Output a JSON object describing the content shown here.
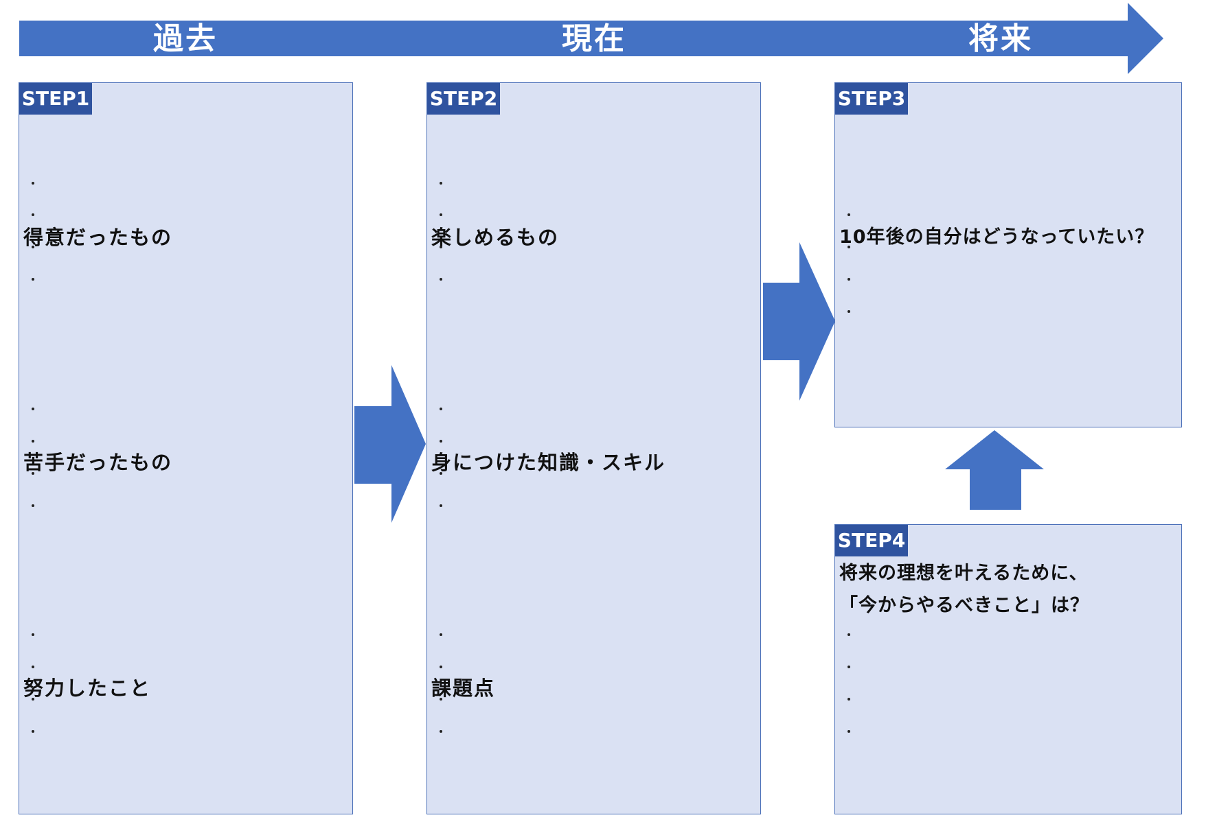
{
  "timeline": {
    "past": "過去",
    "present": "現在",
    "future": "将来"
  },
  "colors": {
    "arrow": "#4472c4",
    "panel_fill": "#dae1f3",
    "badge": "#2f539f"
  },
  "step1": {
    "badge": "STEP1",
    "sections": [
      {
        "title": "得意だったもの",
        "bullets": [
          "・",
          "・",
          "・",
          "・"
        ]
      },
      {
        "title": "苦手だったもの",
        "bullets": [
          "・",
          "・",
          "・",
          "・"
        ]
      },
      {
        "title": "努力したこと",
        "bullets": [
          "・",
          "・",
          "・",
          "・"
        ]
      }
    ]
  },
  "step2": {
    "badge": "STEP2",
    "sections": [
      {
        "title": "楽しめるもの",
        "bullets": [
          "・",
          "・",
          "・",
          "・"
        ]
      },
      {
        "title": "身につけた知識・スキル",
        "bullets": [
          "・",
          "・",
          "・",
          "・"
        ]
      },
      {
        "title": "課題点",
        "bullets": [
          "・",
          "・",
          "・",
          "・"
        ]
      }
    ]
  },
  "step3": {
    "badge": "STEP3",
    "title": "10年後の自分はどうなっていたい？",
    "bullets": [
      "・",
      "・",
      "・",
      "・"
    ]
  },
  "step4": {
    "badge": "STEP4",
    "title_line1": "将来の理想を叶えるために、",
    "title_line2": "「今からやるべきこと」は？",
    "bullets": [
      "・",
      "・",
      "・",
      "・"
    ]
  }
}
